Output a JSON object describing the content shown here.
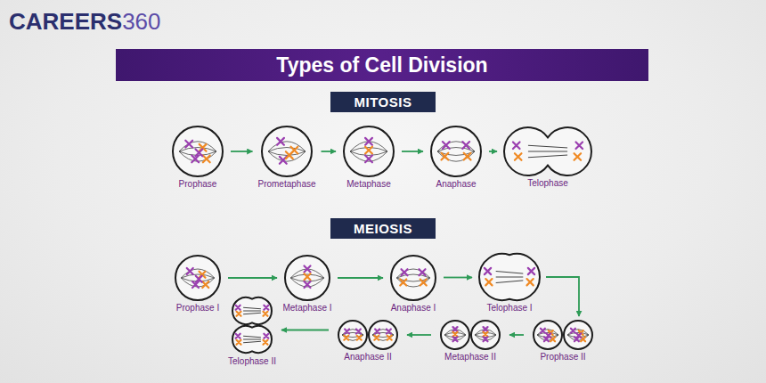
{
  "diagram": {
    "title": "Types of Cell Division",
    "nodes": [
      {
        "text": [
          "MITOSIS"
        ]
      },
      {
        "text": [
          "Prophase"
        ]
      },
      {
        "text": [
          "Prometaphase"
        ]
      },
      {
        "text": [
          "Metaphase"
        ]
      },
      {
        "text": [
          "Anaphase"
        ]
      },
      {
        "text": [
          "Telophase"
        ]
      },
      {
        "text": [
          "MEIOSIS"
        ]
      },
      {
        "text": [
          "Prophase I"
        ]
      },
      {
        "text": [
          "Metaphase I"
        ]
      },
      {
        "text": [
          "Anaphase I"
        ]
      },
      {
        "text": [
          "Telophase I"
        ]
      },
      {
        "text": [
          "Prophase II"
        ]
      },
      {
        "text": [
          "Metaphase II"
        ]
      },
      {
        "text": [
          "Anaphase II"
        ]
      },
      {
        "text": [
          "Telophase II"
        ]
      }
    ],
    "edges": [
      {
        "from": 1,
        "to": 2,
        "arrow": "to"
      },
      {
        "from": 2,
        "to": 3,
        "arrow": "to"
      },
      {
        "from": 3,
        "to": 4,
        "arrow": "to"
      },
      {
        "from": 4,
        "to": 5,
        "arrow": "to"
      },
      {
        "from": 7,
        "to": 8,
        "arrow": "to"
      },
      {
        "from": 8,
        "to": 9,
        "arrow": "to"
      },
      {
        "from": 9,
        "to": 10,
        "arrow": "to"
      },
      {
        "from": 10,
        "to": 11,
        "arrow": "to"
      },
      {
        "from": 11,
        "to": 12,
        "arrow": "to"
      },
      {
        "from": 12,
        "to": 13,
        "arrow": "to"
      },
      {
        "from": 13,
        "to": 14,
        "arrow": "to"
      }
    ],
    "labels": [
      "CAREERS",
      "360"
    ]
  }
}
